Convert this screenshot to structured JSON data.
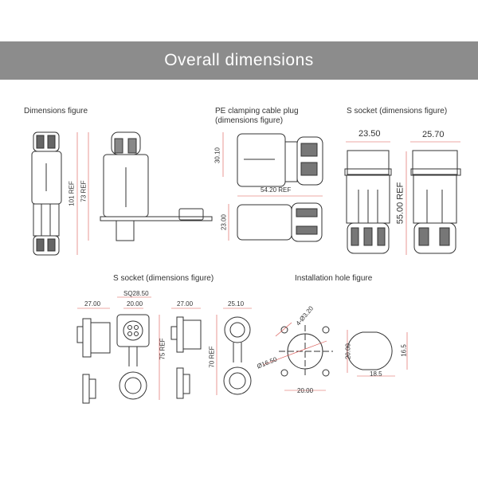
{
  "banner": {
    "title": "Overall dimensions"
  },
  "sections": {
    "dimensions_figure": {
      "title": "Dimensions figure",
      "dims": [
        "101 REF",
        "73 REF"
      ]
    },
    "pe_plug": {
      "title_line1": "PE clamping cable plug",
      "title_line2": "(dimensions figure)",
      "dims": [
        "30.10",
        "54.20 REF",
        "23.00"
      ]
    },
    "s_socket_top": {
      "title": "S socket (dimensions figure)",
      "dims": [
        "23.50",
        "25.70",
        "55.00 REF"
      ]
    },
    "s_socket_bottom": {
      "title": "S socket (dimensions figure)",
      "dims": [
        "27.00",
        "SQ28.50",
        "20.00",
        "27.00",
        "25.10",
        "75 REF",
        "70 REF"
      ]
    },
    "installation_hole": {
      "title": "Installation hole figure",
      "dims": [
        "4-Ø3.20",
        "Ø16.50",
        "20.00",
        "20.00",
        "18.5",
        "16.5"
      ]
    }
  },
  "colors": {
    "banner": "#8c8c8c",
    "dimension_line": "#d9534f",
    "drawing": "#333333"
  }
}
